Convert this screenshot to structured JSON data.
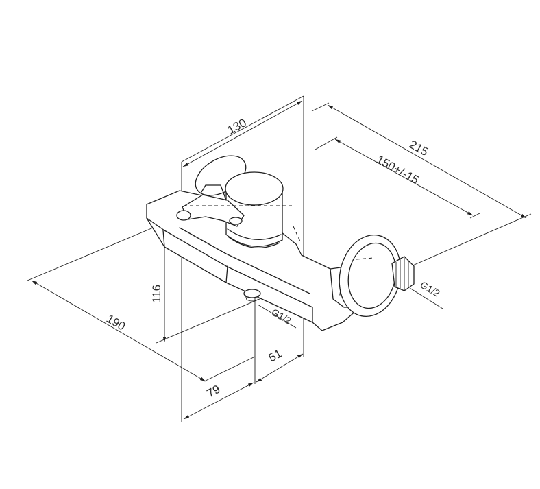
{
  "dimensions": {
    "d130": "130",
    "d215": "215",
    "d150": "150+/-15",
    "d190": "190",
    "d116": "116",
    "d79": "79",
    "d51": "51"
  },
  "threads": {
    "left": "G1/2",
    "right": "G1/2"
  }
}
